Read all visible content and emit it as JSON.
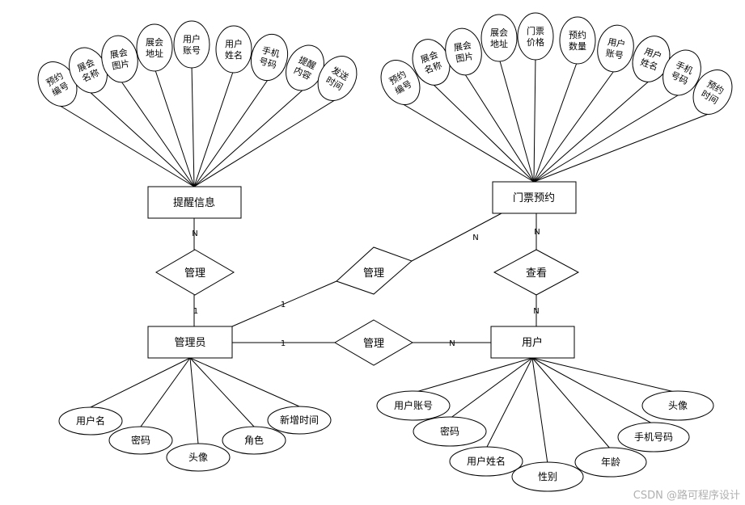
{
  "entities": {
    "reminder": "提醒信息",
    "ticket_booking": "门票预约",
    "admin": "管理员",
    "user": "用户"
  },
  "relations": {
    "admin_reminder": "管理",
    "admin_booking": "管理",
    "admin_user": "管理",
    "user_booking": "查看"
  },
  "cardinalities": {
    "reminder_side": "N",
    "admin_side_reminder": "1",
    "admin_side_booking": "1",
    "booking_side_admin": "N",
    "admin_side_user": "1",
    "user_side_admin": "N",
    "booking_side_user": "N",
    "user_side_booking": "N"
  },
  "reminder_attrs": [
    [
      "预约",
      "编号"
    ],
    [
      "展会",
      "名称"
    ],
    [
      "展会",
      "图片"
    ],
    [
      "展会",
      "地址"
    ],
    [
      "用户",
      "账号"
    ],
    [
      "用户",
      "姓名"
    ],
    [
      "手机",
      "号码"
    ],
    [
      "提醒",
      "内容"
    ],
    [
      "发送",
      "时间"
    ]
  ],
  "booking_attrs": [
    [
      "预约",
      "编号"
    ],
    [
      "展会",
      "名称"
    ],
    [
      "展会",
      "图片"
    ],
    [
      "展会",
      "地址"
    ],
    [
      "门票",
      "价格"
    ],
    [
      "预约",
      "数量"
    ],
    [
      "用户",
      "账号"
    ],
    [
      "用户",
      "姓名"
    ],
    [
      "手机",
      "号码"
    ],
    [
      "预约",
      "时间"
    ]
  ],
  "admin_attrs": [
    "用户名",
    "密码",
    "头像",
    "角色",
    "新增时间"
  ],
  "user_attrs": [
    "用户账号",
    "密码",
    "用户姓名",
    "性别",
    "年龄",
    "手机号码",
    "头像"
  ],
  "watermark": "CSDN @路可程序设计"
}
